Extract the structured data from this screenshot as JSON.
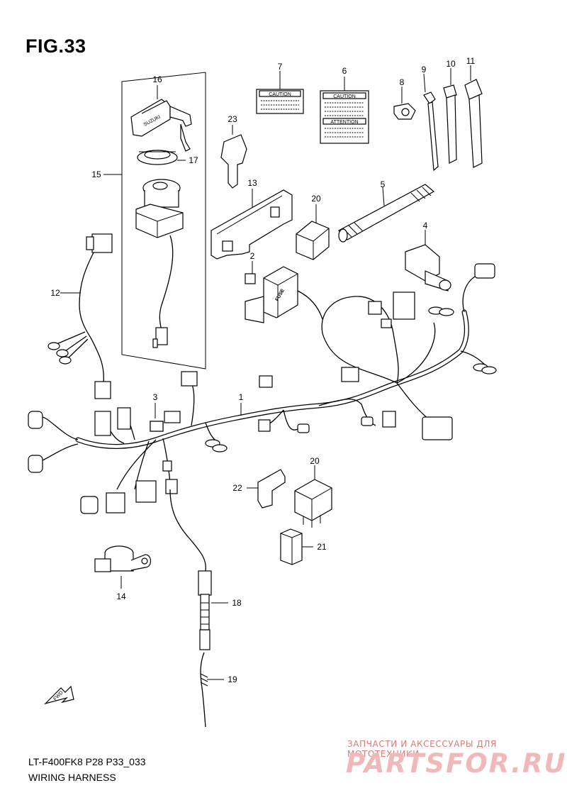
{
  "figure": {
    "title": "FIG.33",
    "code": "LT-F400FK8 P28 P33_033",
    "name": "WIRING HARNESS"
  },
  "callouts": [
    "1",
    "2",
    "3",
    "4",
    "5",
    "6",
    "7",
    "8",
    "9",
    "10",
    "11",
    "12",
    "13",
    "14",
    "15",
    "16",
    "17",
    "18",
    "19",
    "20",
    "20",
    "21",
    "22",
    "23"
  ],
  "labels": {
    "caution": "CAUTION",
    "attention": "ATTENTION",
    "fuse": "FUSE",
    "brand": "SUZUKI",
    "fwd": "FWD"
  },
  "watermark": {
    "line1": "ЗАПЧАСТИ И АКСЕССУАРЫ ДЛЯ МОТОТЕХНИКИ",
    "line2": "PARTSFOR.RU",
    "color": "#f0b9b9"
  }
}
